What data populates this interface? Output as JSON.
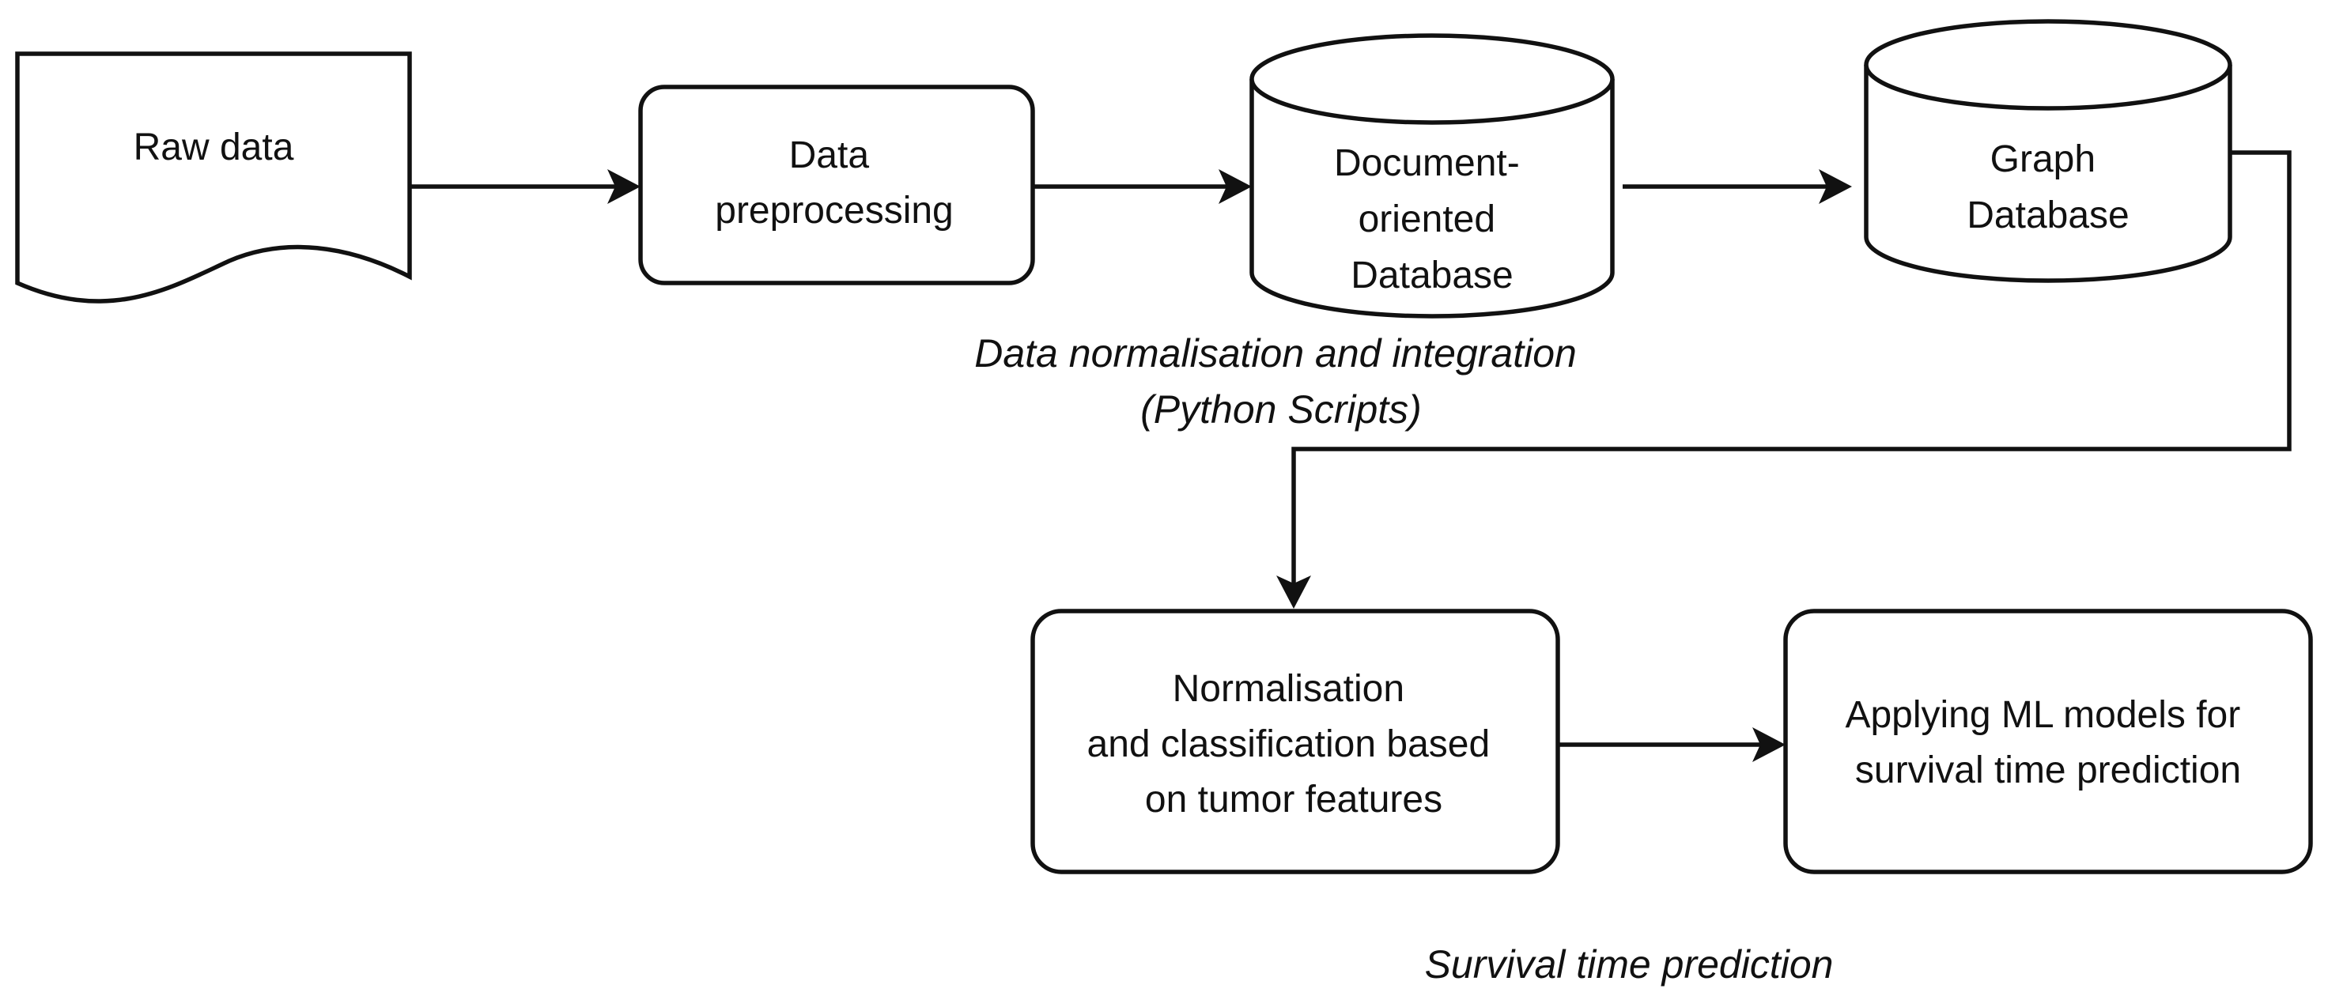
{
  "nodes": {
    "raw_data": {
      "lines": [
        "Raw data"
      ],
      "shape": "document"
    },
    "preprocessing": {
      "lines": [
        "Data",
        "preprocessing"
      ],
      "shape": "rounded-rect"
    },
    "document_db": {
      "lines": [
        "Document-",
        "oriented",
        "Database"
      ],
      "shape": "cylinder"
    },
    "graph_db": {
      "lines": [
        "Graph",
        "Database"
      ],
      "shape": "cylinder"
    },
    "normalisation": {
      "lines": [
        "Normalisation",
        "and classification  based",
        "on tumor features"
      ],
      "shape": "rounded-rect"
    },
    "ml_models": {
      "lines": [
        "Applying ML models for",
        "survival time prediction"
      ],
      "shape": "rounded-rect"
    }
  },
  "captions": {
    "integration": [
      "Data normalisation and integration",
      "(Python Scripts)"
    ],
    "prediction": [
      "Survival time prediction"
    ]
  },
  "colors": {
    "stroke": "#111111",
    "fill": "#ffffff",
    "text": "#111111"
  }
}
